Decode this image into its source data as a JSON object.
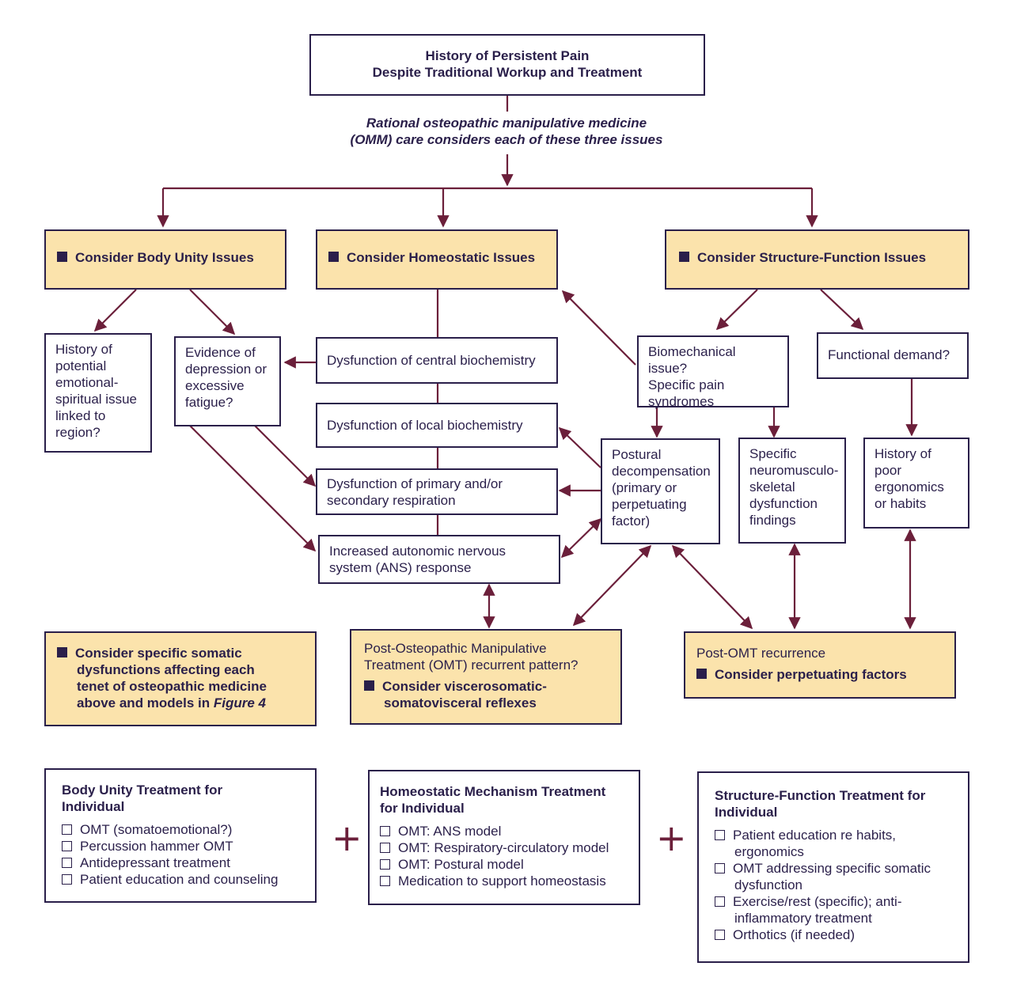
{
  "top": {
    "title_line1": "History of Persistent Pain",
    "title_line2": "Despite Traditional Workup and Treatment",
    "intro_line1": "Rational osteopathic manipulative medicine",
    "intro_line2": "(OMM) care considers each of these three issues"
  },
  "issues": {
    "body_unity": "Consider Body Unity Issues",
    "homeostatic": "Consider Homeostatic Issues",
    "structure_function": "Consider Structure-Function Issues"
  },
  "body_unity": {
    "history_lines": [
      "History of",
      "potential",
      "emotional-",
      "spiritual issue",
      "linked to",
      "region?"
    ],
    "evidence_lines": [
      "Evidence of",
      "depression or",
      "excessive",
      "fatigue?"
    ]
  },
  "homeostatic": {
    "central": "Dysfunction of central biochemistry",
    "local": "Dysfunction of local biochemistry",
    "respiration_lines": [
      "Dysfunction of primary and/or",
      "secondary respiration"
    ],
    "ans_lines": [
      "Increased autonomic nervous",
      "system (ANS) response"
    ]
  },
  "structure_function": {
    "biomech_lines": [
      "Biomechanical issue?",
      "Specific pain",
      "syndromes"
    ],
    "functional": "Functional demand?",
    "postural_lines": [
      "Postural",
      "decompensation",
      "(primary or",
      "perpetuating",
      "factor)"
    ],
    "specific_lines": [
      "Specific",
      "neuromusculo-",
      "skeletal",
      "dysfunction",
      "findings"
    ],
    "ergonomics_lines": [
      "History of",
      "poor",
      "ergonomics",
      "or habits"
    ]
  },
  "considerations": {
    "somatic_line1": "Consider specific somatic",
    "somatic_line2": "dysfunctions affecting each",
    "somatic_line3": "tenet of osteopathic medicine",
    "somatic_line4_prefix": "above and models in ",
    "somatic_line4_ref": "Figure 4",
    "post_omt_line1": "Post-Osteopathic Manipulative",
    "post_omt_line2": "Treatment (OMT) recurrent pattern?",
    "viscero_line1": "Consider viscerosomatic-",
    "viscero_line2": "somatovisceral reflexes",
    "recurrence": "Post-OMT recurrence",
    "perpetuating": "Consider perpetuating factors"
  },
  "treatments": {
    "plus_symbol": "+",
    "body_unity": {
      "title_lines": [
        "Body Unity Treatment for",
        "Individual"
      ],
      "items": [
        "OMT (somatoemotional?)",
        "Percussion hammer OMT",
        "Antidepressant treatment",
        "Patient education and counseling"
      ]
    },
    "homeostatic": {
      "title_lines": [
        "Homeostatic Mechanism Treatment",
        "for Individual"
      ],
      "items": [
        "OMT: ANS model",
        "OMT: Respiratory-circulatory model",
        "OMT: Postural model",
        "Medication to support homeostasis"
      ]
    },
    "structure_function": {
      "title_lines": [
        "Structure-Function Treatment for",
        "Individual"
      ],
      "items": [
        [
          "Patient education re habits,",
          "ergonomics"
        ],
        [
          "OMT addressing specific somatic",
          "dysfunction"
        ],
        [
          "Exercise/rest (specific); anti-",
          "inflammatory treatment"
        ],
        [
          "Orthotics (if needed)"
        ]
      ]
    }
  },
  "colors": {
    "navy": "#2a1f4a",
    "tan": "#fbe3ac",
    "arrow": "#6b1f3a"
  }
}
